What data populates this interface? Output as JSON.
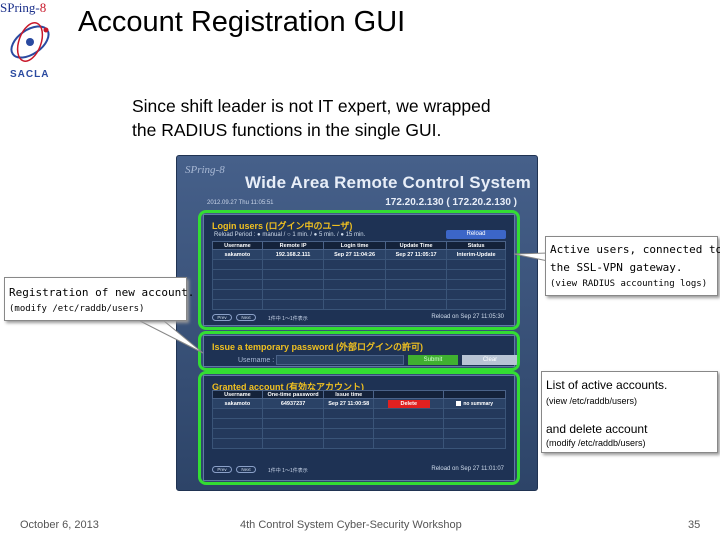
{
  "slide": {
    "logo": {
      "spring_text": "SPring-",
      "spring_eight": "8",
      "sacla_text": "SACLA"
    },
    "title": "Account Registration GUI",
    "intro_line1": "Since shift leader is not IT expert, we wrapped",
    "intro_line2": "the RADIUS functions in the single GUI."
  },
  "app": {
    "brand": "SPring-8",
    "title": "Wide Area Remote Control System",
    "datetime": "2012.09.27 Thu 11:05:51",
    "ip": "172.20.2.130 ( 172.20.2.130 )",
    "login_users": {
      "title": "Login users (ログイン中のユーザ)",
      "reload_period_label": "Reload Period :",
      "reload_options": [
        "manual /",
        "1 min. /",
        "5 min. /",
        "15 min."
      ],
      "selected_option": "manual /",
      "reload_button": "Reload",
      "columns": [
        "Username",
        "Remote IP",
        "Login time",
        "Update Time",
        "Status"
      ],
      "rows": [
        [
          "sakamoto",
          "192.168.2.111",
          "Sep 27 11:04:26",
          "Sep 27 11:05:17",
          "Interim-Update"
        ]
      ],
      "empty_rows": 5,
      "prev_button": "Prev",
      "next_button": "Next",
      "pager_text": "1件中 1〜1件表示",
      "reload_status": "Reload on Sep 27 11:05:30"
    },
    "temp_password": {
      "title": "Issue a temporary password (外部ログインの許可)",
      "username_label": "Username :",
      "username_value": "",
      "submit_button": "Submit",
      "clear_button": "Clear"
    },
    "granted": {
      "title": "Granted account (有効なアカウント)",
      "columns": [
        "Username",
        "One-time password",
        "Issue time",
        "",
        ""
      ],
      "rows": [
        {
          "username": "sakamoto",
          "password": "64937237",
          "issue_time": "Sep 27 11:00:58",
          "delete_label": "Delete",
          "no_summary_label": "no summary"
        }
      ],
      "empty_rows": 4,
      "prev_button": "Prev",
      "next_button": "Next",
      "pager_text": "1件中 1〜1件表示",
      "reload_status": "Reload on Sep 27 11:01:07"
    }
  },
  "callouts": {
    "active_users": {
      "line1": "Active users, connected to",
      "line2": "the SSL-VPN gateway.",
      "line3": "(view RADIUS accounting logs)"
    },
    "registration": {
      "line1": "Registration of new account.",
      "line2": "(modify /etc/raddb/users)"
    },
    "accounts": {
      "line1": "List of active accounts.",
      "line2": "(view /etc/raddb/users)",
      "line3": "and delete account",
      "line4": "(modify /etc/raddb/users)"
    }
  },
  "footer": {
    "date": "October 6, 2013",
    "center": "4th Control System Cyber-Security Workshop",
    "page": "35"
  },
  "colors": {
    "highlight": "#33dd33",
    "panel_title": "#f0c020",
    "delete": "#e02020",
    "submit": "#40b030",
    "reload": "#3c66c8"
  }
}
